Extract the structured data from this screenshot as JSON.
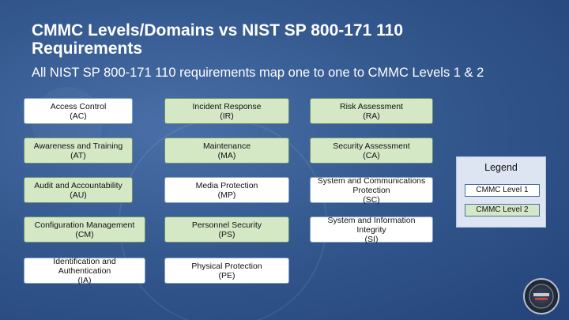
{
  "title": "CMMC Levels/Domains vs NIST SP 800-171 110 Requirements",
  "subtitle": "All NIST SP 800-171 110 requirements map one to one to CMMC Levels 1 & 2",
  "domains": [
    {
      "name": "Access Control",
      "code": "(AC)",
      "level": 1
    },
    {
      "name": "Awareness and Training",
      "code": "(AT)",
      "level": 2
    },
    {
      "name": "Audit and Accountability",
      "code": "(AU)",
      "level": 2
    },
    {
      "name": "Configuration Management",
      "code": "(CM)",
      "level": 2
    },
    {
      "name": "Identification and Authentication",
      "code": "(IA)",
      "level": 1
    },
    {
      "name": "Incident Response",
      "code": "(IR)",
      "level": 2
    },
    {
      "name": "Maintenance",
      "code": "(MA)",
      "level": 2
    },
    {
      "name": "Media Protection",
      "code": "(MP)",
      "level": 1
    },
    {
      "name": "Personnel Security",
      "code": "(PS)",
      "level": 2
    },
    {
      "name": "Physical Protection",
      "code": "(PE)",
      "level": 1
    },
    {
      "name": "Risk Assessment",
      "code": "(RA)",
      "level": 2
    },
    {
      "name": "Security Assessment",
      "code": "(CA)",
      "level": 2
    },
    {
      "name": "System and Communications Protection",
      "code": "(SC)",
      "level": 1
    },
    {
      "name": "System and Information Integrity",
      "code": "(SI)",
      "level": 1
    }
  ],
  "legend": {
    "title": "Legend",
    "level1": "CMMC Level 1",
    "level2": "CMMC Level 2"
  },
  "colors": {
    "level1": "#ffffff",
    "level2": "#d4e8c6",
    "background": "#34598f"
  },
  "badge_icon": "cmmc-academy-logo"
}
